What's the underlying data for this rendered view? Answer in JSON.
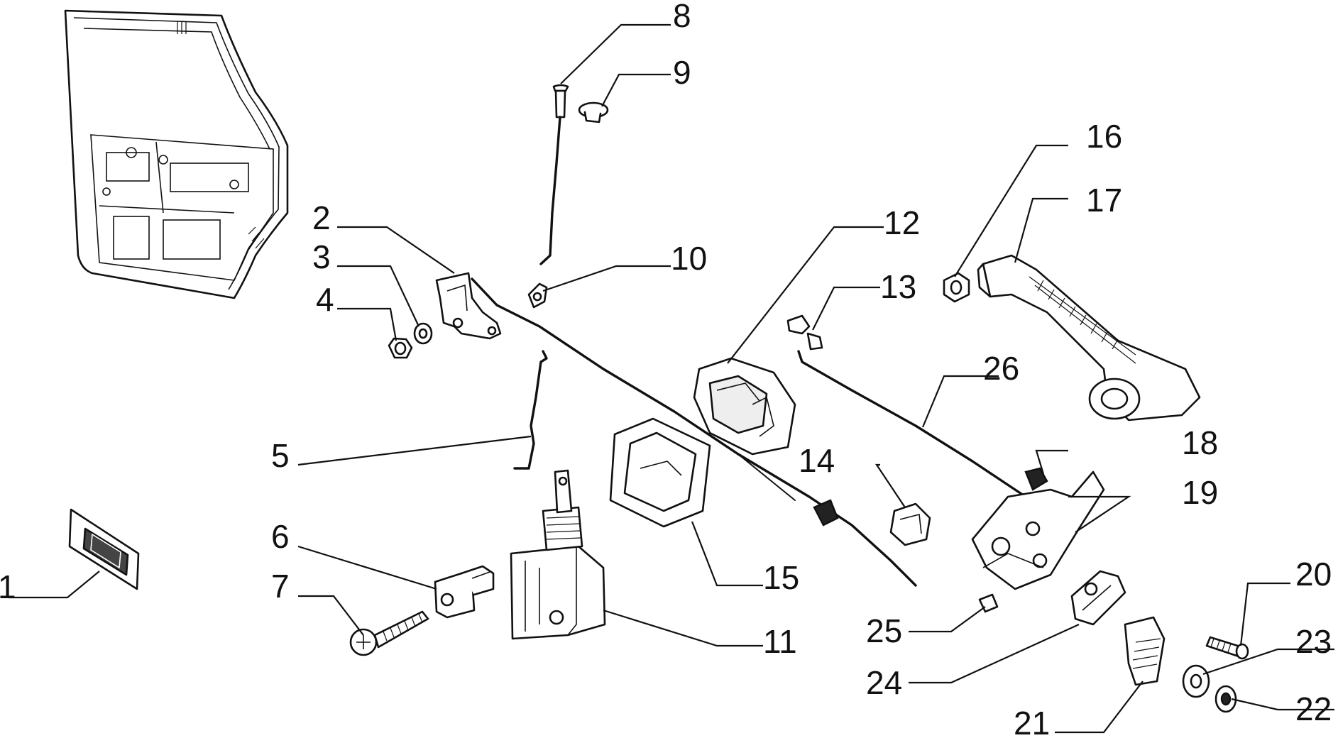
{
  "callouts": [
    "1",
    "2",
    "3",
    "4",
    "5",
    "6",
    "7",
    "8",
    "9",
    "10",
    "11",
    "12",
    "13",
    "14",
    "15",
    "16",
    "17",
    "18",
    "19",
    "20",
    "21",
    "22",
    "23",
    "24",
    "25",
    "26"
  ],
  "callout_label_ids": {
    "p1": "1",
    "p2": "2",
    "p3": "3",
    "p4": "4",
    "p5": "5",
    "p6": "6",
    "p7": "7",
    "p8": "8",
    "p9": "9",
    "p10": "10",
    "p11": "11",
    "p12": "12",
    "p13": "13",
    "p14": "14",
    "p15": "15",
    "p16": "16",
    "p17": "17",
    "p18": "18",
    "p19": "19",
    "p20": "20",
    "p21": "21",
    "p22": "22",
    "p23": "23",
    "p24": "24",
    "p25": "25",
    "p26": "26"
  }
}
